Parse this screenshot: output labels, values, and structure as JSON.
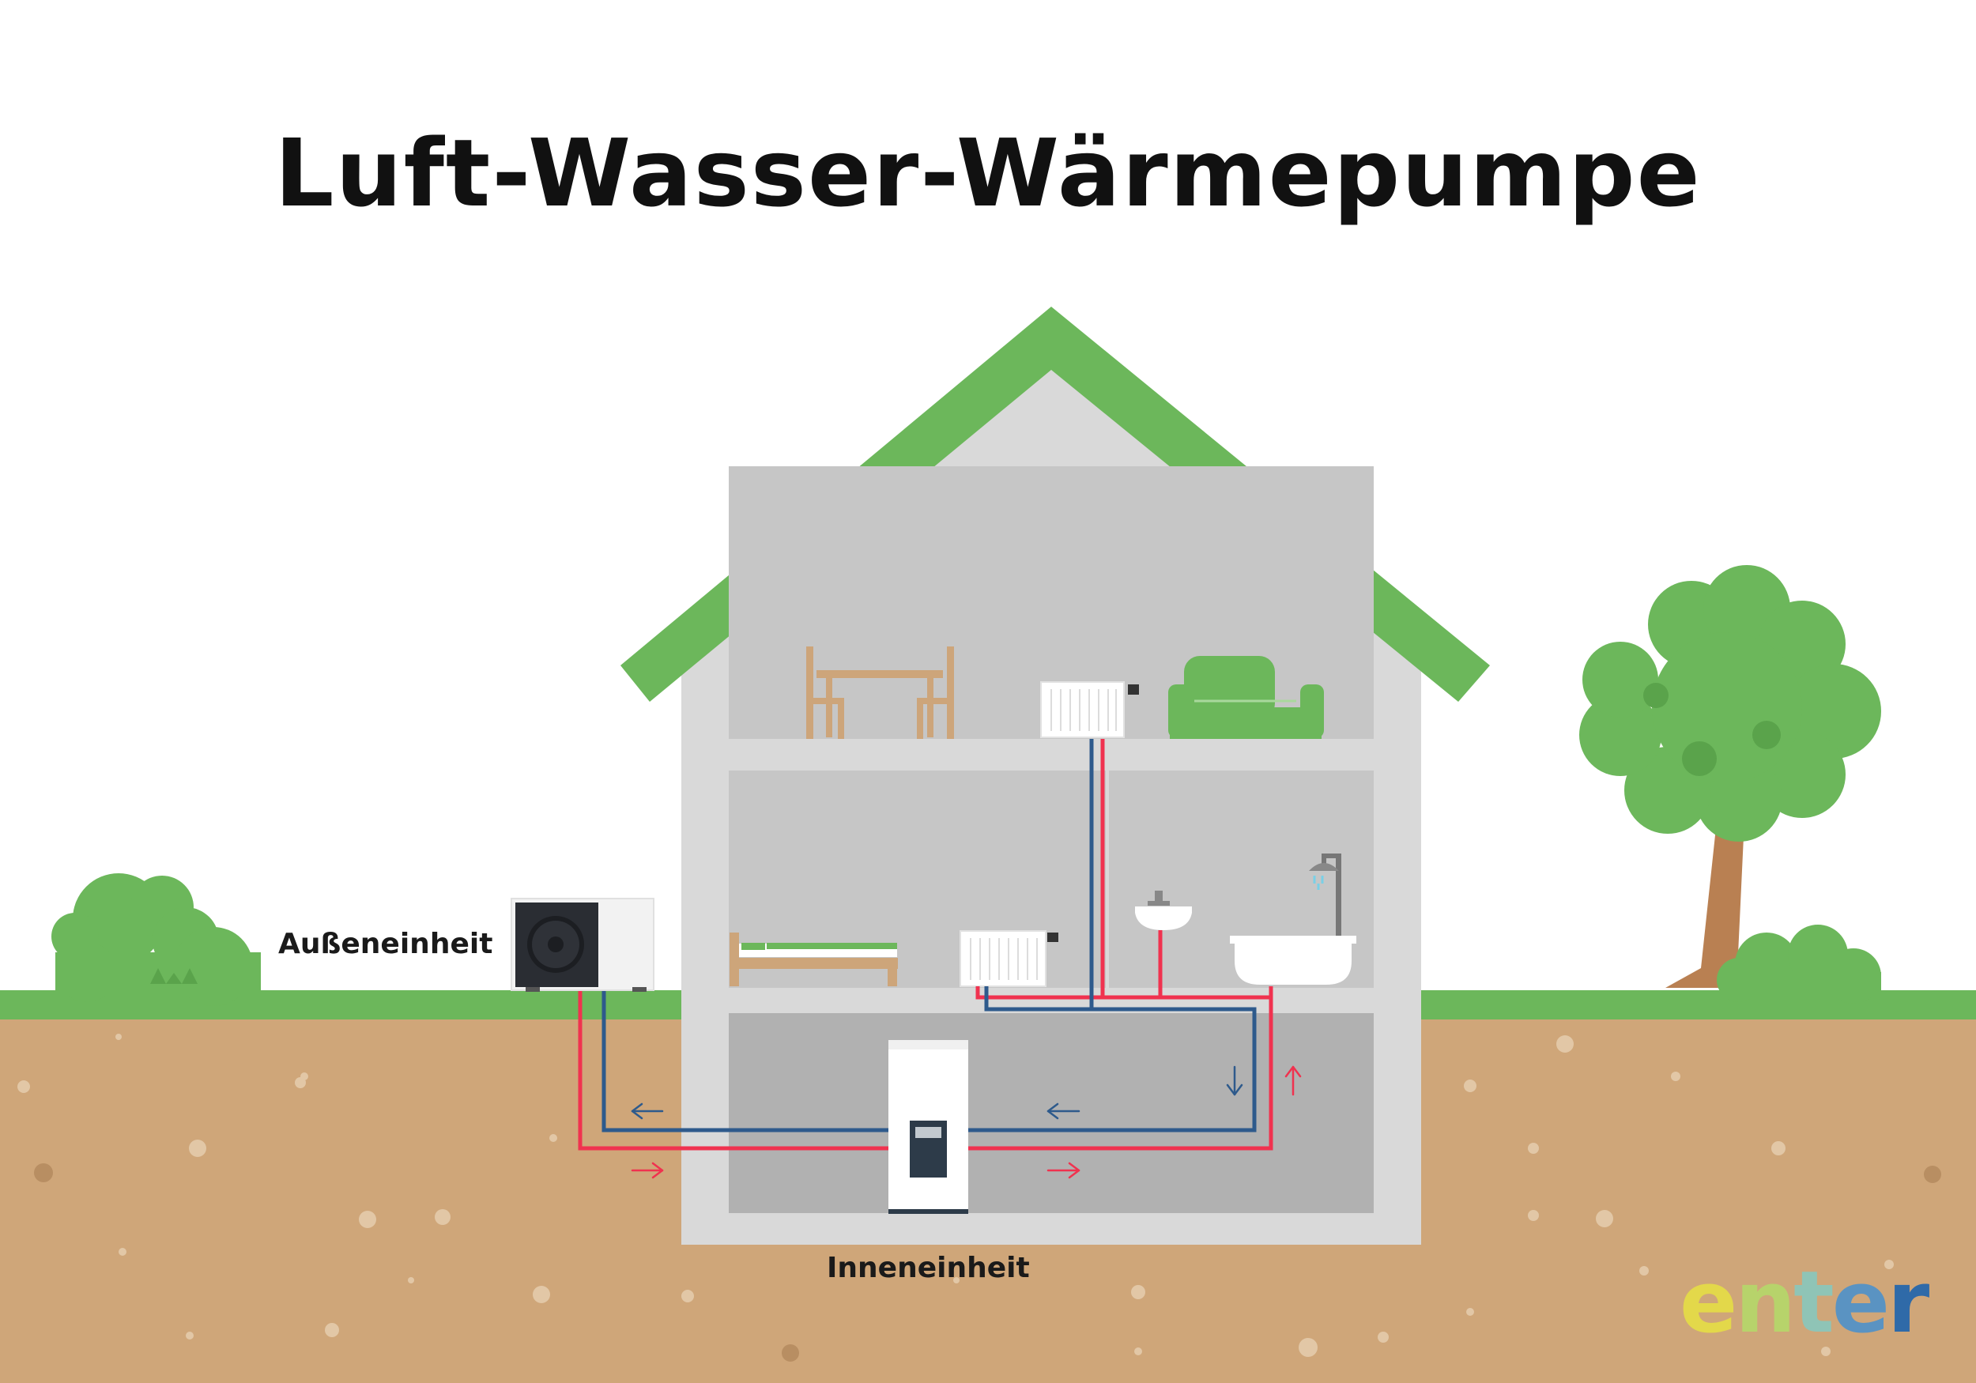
{
  "title": "Luft-Wasser-Wärmepumpe",
  "labels": {
    "outdoor_unit": "Außeneinheit",
    "indoor_unit": "Inneneinheit"
  },
  "logo": {
    "text": "enter",
    "letters": [
      "e",
      "n",
      "t",
      "e",
      "r"
    ]
  },
  "colors": {
    "roof": "#6cb75b",
    "house": "#d9d9d9",
    "room": "#c6c6c6",
    "basement": "#b1b1b1",
    "soil": "#cfa679",
    "grass": "#6cb75b",
    "pipe_hot": "#f0324f",
    "pipe_cold": "#2e5a8c",
    "tree_trunk": "#b98052",
    "furniture": "#cda57a",
    "sofa": "#6cb75b"
  },
  "icons": [
    "heat-pump-outdoor-icon",
    "heat-pump-indoor-icon",
    "radiator-icon",
    "bed-icon",
    "sofa-icon",
    "table-icon",
    "chair-icon",
    "sink-icon",
    "shower-icon",
    "bathtub-icon",
    "tree-icon",
    "bush-icon",
    "arrow-left-icon",
    "arrow-right-icon",
    "arrow-up-icon",
    "arrow-down-icon"
  ]
}
